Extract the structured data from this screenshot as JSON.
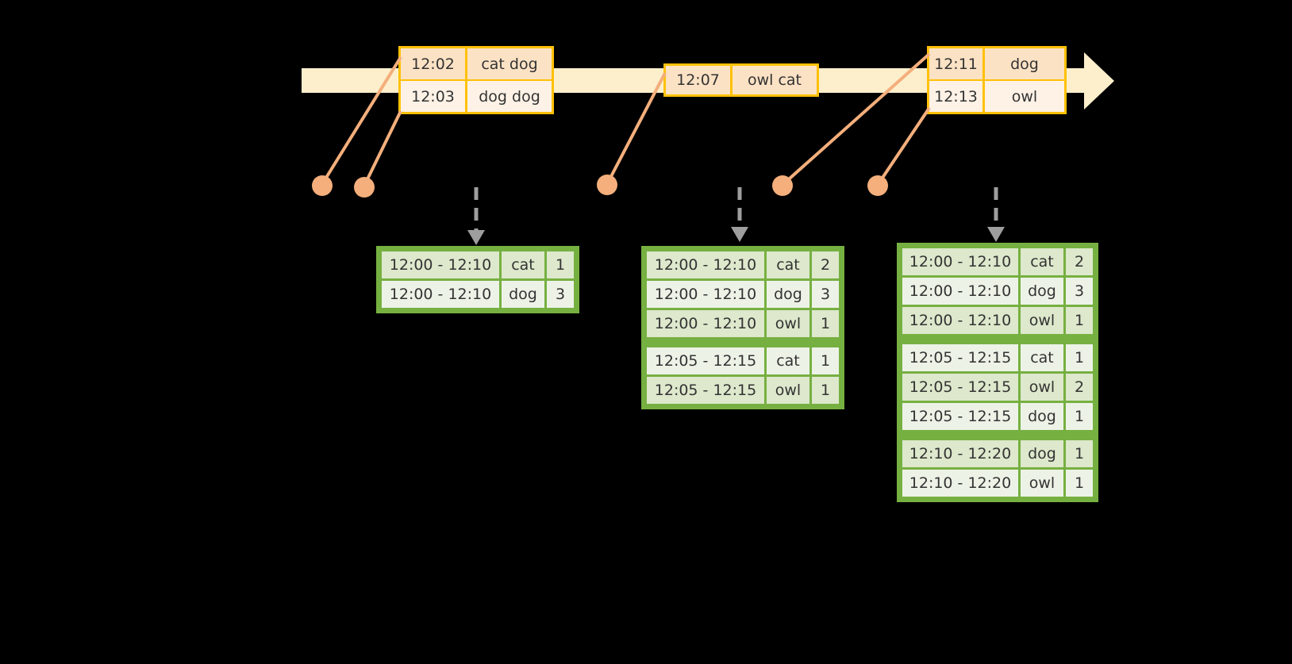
{
  "diagram": {
    "title": "windowed-stream-aggregation",
    "colors": {
      "timeline_fill": "#FDEFCC",
      "event_border": "#FFC107",
      "event_row_dark": "#FCE2C4",
      "event_row_light": "#FEF2E6",
      "connector": "#F4AF7C",
      "table_border": "#76B041",
      "table_row_dark": "#DDE8CC",
      "table_row_light": "#EDF2E7",
      "arrow_gray": "#9E9E9E",
      "text": "#333333",
      "background": "#000000"
    }
  },
  "timeline": {
    "arrow_icon": "timeline-arrow-right",
    "events": [
      {
        "id": "event-group-1",
        "rows": [
          {
            "time": "12:02",
            "value": "cat dog"
          },
          {
            "time": "12:03",
            "value": "dog dog"
          }
        ]
      },
      {
        "id": "event-group-2",
        "rows": [
          {
            "time": "12:07",
            "value": "owl cat"
          }
        ]
      },
      {
        "id": "event-group-3",
        "rows": [
          {
            "time": "12:11",
            "value": "dog"
          },
          {
            "time": "12:13",
            "value": "owl"
          }
        ]
      }
    ]
  },
  "connectors": {
    "dot_icon": "connector-dot",
    "dots": [
      {
        "label": "dot-1"
      },
      {
        "label": "dot-2"
      },
      {
        "label": "dot-3"
      },
      {
        "label": "dot-4"
      },
      {
        "label": "dot-5"
      }
    ],
    "down_arrow_icon": "dashed-down-arrow"
  },
  "results": [
    {
      "id": "result-table-1",
      "groups": [
        {
          "rows": [
            {
              "window": "12:00 - 12:10",
              "key": "cat",
              "count": "1"
            },
            {
              "window": "12:00 - 12:10",
              "key": "dog",
              "count": "3"
            }
          ]
        }
      ]
    },
    {
      "id": "result-table-2",
      "groups": [
        {
          "rows": [
            {
              "window": "12:00 - 12:10",
              "key": "cat",
              "count": "2"
            },
            {
              "window": "12:00 - 12:10",
              "key": "dog",
              "count": "3"
            },
            {
              "window": "12:00 - 12:10",
              "key": "owl",
              "count": "1"
            }
          ]
        },
        {
          "rows": [
            {
              "window": "12:05 - 12:15",
              "key": "cat",
              "count": "1"
            },
            {
              "window": "12:05 - 12:15",
              "key": "owl",
              "count": "1"
            }
          ]
        }
      ]
    },
    {
      "id": "result-table-3",
      "groups": [
        {
          "rows": [
            {
              "window": "12:00 - 12:10",
              "key": "cat",
              "count": "2"
            },
            {
              "window": "12:00 - 12:10",
              "key": "dog",
              "count": "3"
            },
            {
              "window": "12:00 - 12:10",
              "key": "owl",
              "count": "1"
            }
          ]
        },
        {
          "rows": [
            {
              "window": "12:05 - 12:15",
              "key": "cat",
              "count": "1"
            },
            {
              "window": "12:05 - 12:15",
              "key": "owl",
              "count": "2"
            },
            {
              "window": "12:05 - 12:15",
              "key": "dog",
              "count": "1"
            }
          ]
        },
        {
          "rows": [
            {
              "window": "12:10 - 12:20",
              "key": "dog",
              "count": "1"
            },
            {
              "window": "12:10 - 12:20",
              "key": "owl",
              "count": "1"
            }
          ]
        }
      ]
    }
  ]
}
